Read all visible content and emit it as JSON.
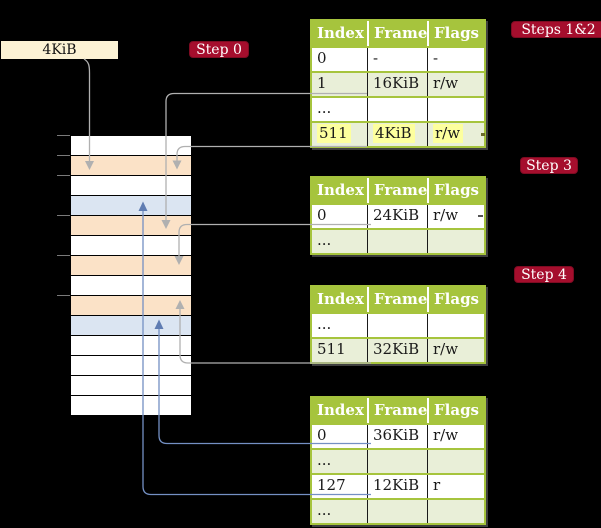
{
  "diagram": {
    "memory_box_label": "4KiB",
    "badges": {
      "step0": "Step 0",
      "steps12": "Steps 1&2",
      "step3": "Step 3",
      "step4": "Step 4"
    },
    "memory_column": {
      "rows": [
        "free",
        "page-table",
        "free",
        "mapped-frame",
        "page-table",
        "free",
        "page-table",
        "free",
        "page-table",
        "mapped-frame",
        "free",
        "free",
        "free",
        "free"
      ]
    },
    "page_tables": [
      {
        "headers": [
          "Index",
          "Frame",
          "Flags"
        ],
        "rows": [
          {
            "index": "0",
            "frame": "-",
            "flags": "-",
            "shaded": false,
            "highlight": false
          },
          {
            "index": "1",
            "frame": "16KiB",
            "flags": "r/w",
            "shaded": true,
            "highlight": false
          },
          {
            "index": "...",
            "frame": "",
            "flags": "",
            "shaded": false,
            "highlight": false
          },
          {
            "index": "511",
            "frame": "4KiB",
            "flags": "r/w",
            "shaded": true,
            "highlight": true
          }
        ]
      },
      {
        "headers": [
          "Index",
          "Frame",
          "Flags"
        ],
        "rows": [
          {
            "index": "0",
            "frame": "24KiB",
            "flags": "r/w",
            "shaded": false,
            "highlight": false
          },
          {
            "index": "...",
            "frame": "",
            "flags": "",
            "shaded": true,
            "highlight": false
          }
        ]
      },
      {
        "headers": [
          "Index",
          "Frame",
          "Flags"
        ],
        "rows": [
          {
            "index": "...",
            "frame": "",
            "flags": "",
            "shaded": false,
            "highlight": false
          },
          {
            "index": "511",
            "frame": "32KiB",
            "flags": "r/w",
            "shaded": true,
            "highlight": false
          }
        ]
      },
      {
        "headers": [
          "Index",
          "Frame",
          "Flags"
        ],
        "rows": [
          {
            "index": "0",
            "frame": "36KiB",
            "flags": "r/w",
            "shaded": false,
            "highlight": false
          },
          {
            "index": "...",
            "frame": "",
            "flags": "",
            "shaded": true,
            "highlight": false
          },
          {
            "index": "127",
            "frame": "12KiB",
            "flags": "r",
            "shaded": false,
            "highlight": false
          },
          {
            "index": "...",
            "frame": "",
            "flags": "",
            "shaded": true,
            "highlight": false
          }
        ]
      }
    ],
    "colors": {
      "table_header_green": "#a6c43d",
      "row_shade_green": "#e9efd8",
      "highlight_yellow": "#fdff9e",
      "badge_red": "#a50e2d",
      "memory_free": "#ffffff",
      "memory_page_table": "#fbe2c7",
      "memory_mapped_frame": "#dbe5f2",
      "label_cream": "#fcf2d4",
      "connector_gray": "#b0b0b0",
      "connector_blue": "#7490c4",
      "connector_blue_head": "#5f7cb2"
    }
  }
}
